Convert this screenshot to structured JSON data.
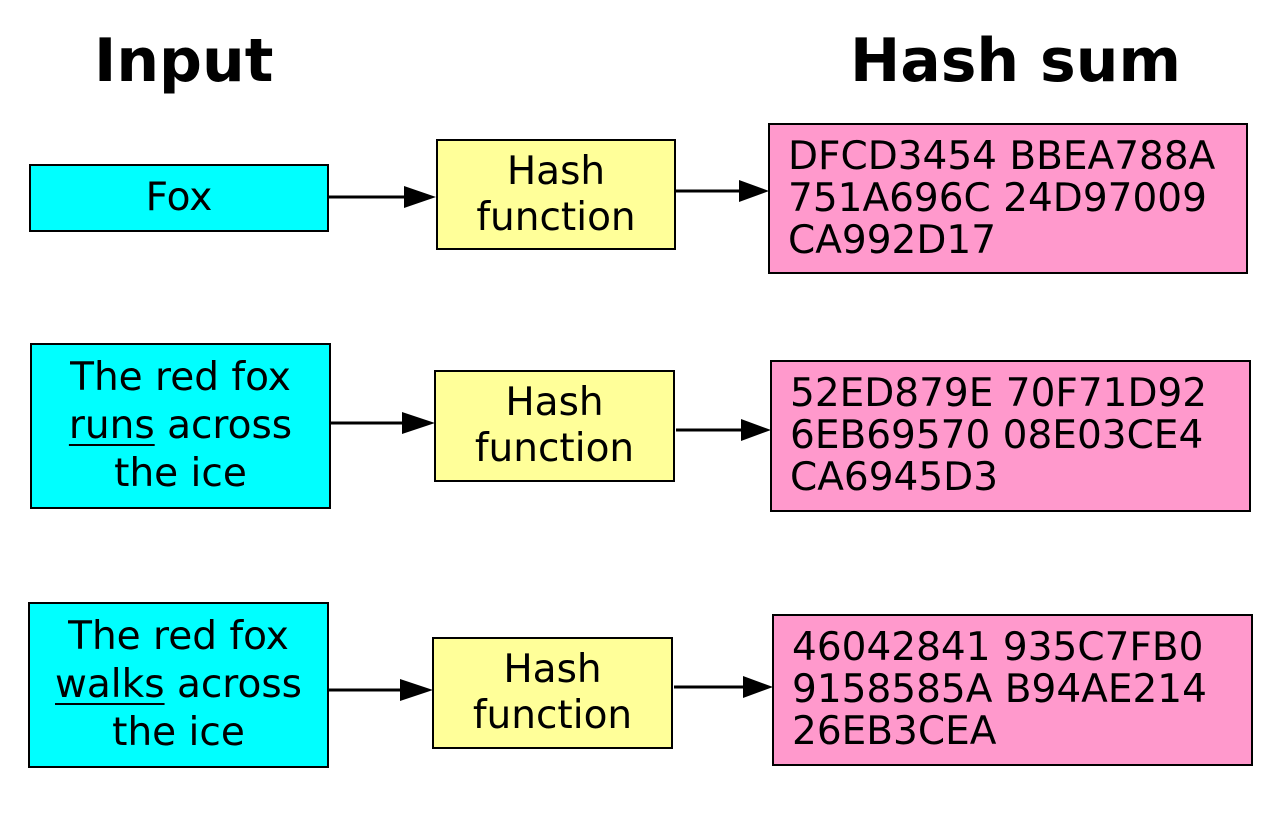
{
  "headings": {
    "input": "Input",
    "hash_sum": "Hash sum"
  },
  "rows": [
    {
      "input": {
        "pre": "",
        "underlined": "",
        "post": "Fox",
        "line1": "",
        "line3": ""
      },
      "function_lines": [
        "Hash",
        "function"
      ],
      "output_lines": [
        "DFCD3454 BBEA788A",
        "751A696C 24D97009",
        "CA992D17"
      ]
    },
    {
      "input": {
        "line1": "The red fox",
        "underlined": "runs",
        "post": " across",
        "line3": "the ice"
      },
      "function_lines": [
        "Hash",
        "function"
      ],
      "output_lines": [
        "52ED879E 70F71D92",
        "6EB69570 08E03CE4",
        "CA6945D3"
      ]
    },
    {
      "input": {
        "line1": "The red fox",
        "underlined": "walks",
        "post": " across",
        "line3": "the ice"
      },
      "function_lines": [
        "Hash",
        "function"
      ],
      "output_lines": [
        "46042841 935C7FB0",
        "9158585A B94AE214",
        "26EB3CEA"
      ]
    }
  ],
  "colors": {
    "input_fill": "#00ffff",
    "function_fill": "#ffff99",
    "output_fill": "#ff99cc",
    "stroke": "#000000"
  }
}
